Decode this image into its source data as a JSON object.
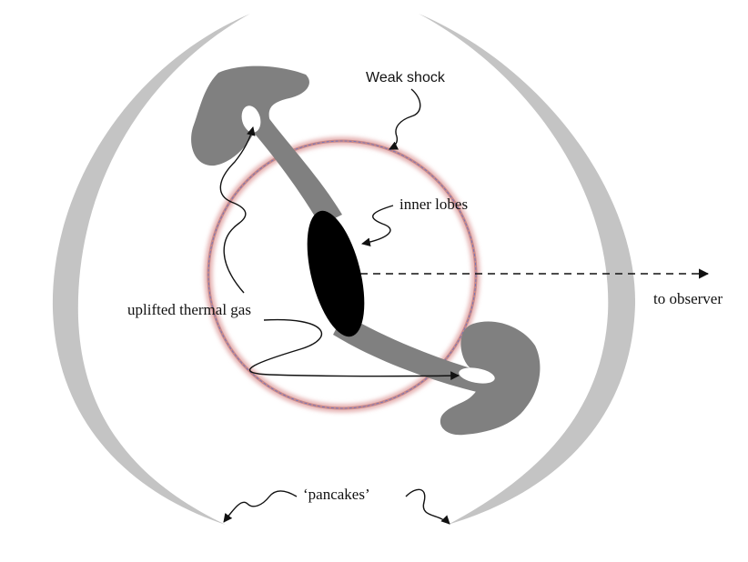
{
  "labels": {
    "weak_shock": "Weak shock",
    "inner_lobes": "inner lobes",
    "uplifted_thermal_gas": "uplifted thermal gas",
    "to_observer": "to observer",
    "pancakes": "‘pancakes’"
  },
  "colors": {
    "background": "#ffffff",
    "pancake_shell": "#c4c4c4",
    "lobe_gray": "#808080",
    "core": "#000000",
    "shock_ring": "#d9a0a0",
    "arrow": "#111111"
  }
}
